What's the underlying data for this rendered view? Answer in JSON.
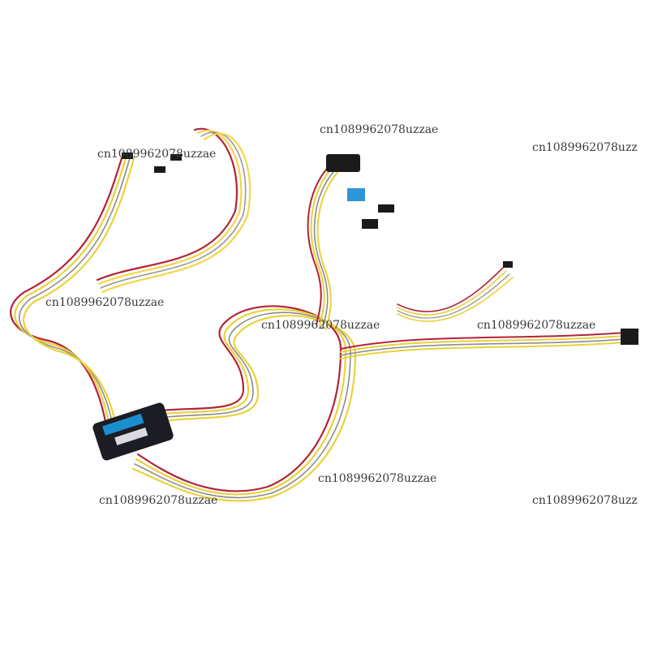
{
  "image": {
    "subject": "wire harness",
    "colors": {
      "background": "#ffffff",
      "wire_red": "#b2233a",
      "wire_yellow": "#e8d23a",
      "wire_white": "#f4f4f4",
      "wire_gray": "#8c8c8c",
      "connector_black": "#1a1a1a",
      "clip_blue": "#2f95d8",
      "module_body": "#1c1c24",
      "module_label": "#1a8fd0"
    }
  },
  "watermarks": [
    {
      "text": "cn1089962078uzzae"
    },
    {
      "text": "cn1089962078uzzae"
    },
    {
      "text": "cn1089962078uzz"
    },
    {
      "text": "cn1089962078uzzae"
    },
    {
      "text": "cn1089962078uzzae"
    },
    {
      "text": "cn1089962078uzzae"
    },
    {
      "text": "cn1089962078uzzae"
    },
    {
      "text": "cn1089962078uzzae"
    },
    {
      "text": "cn1089962078uzz"
    }
  ]
}
